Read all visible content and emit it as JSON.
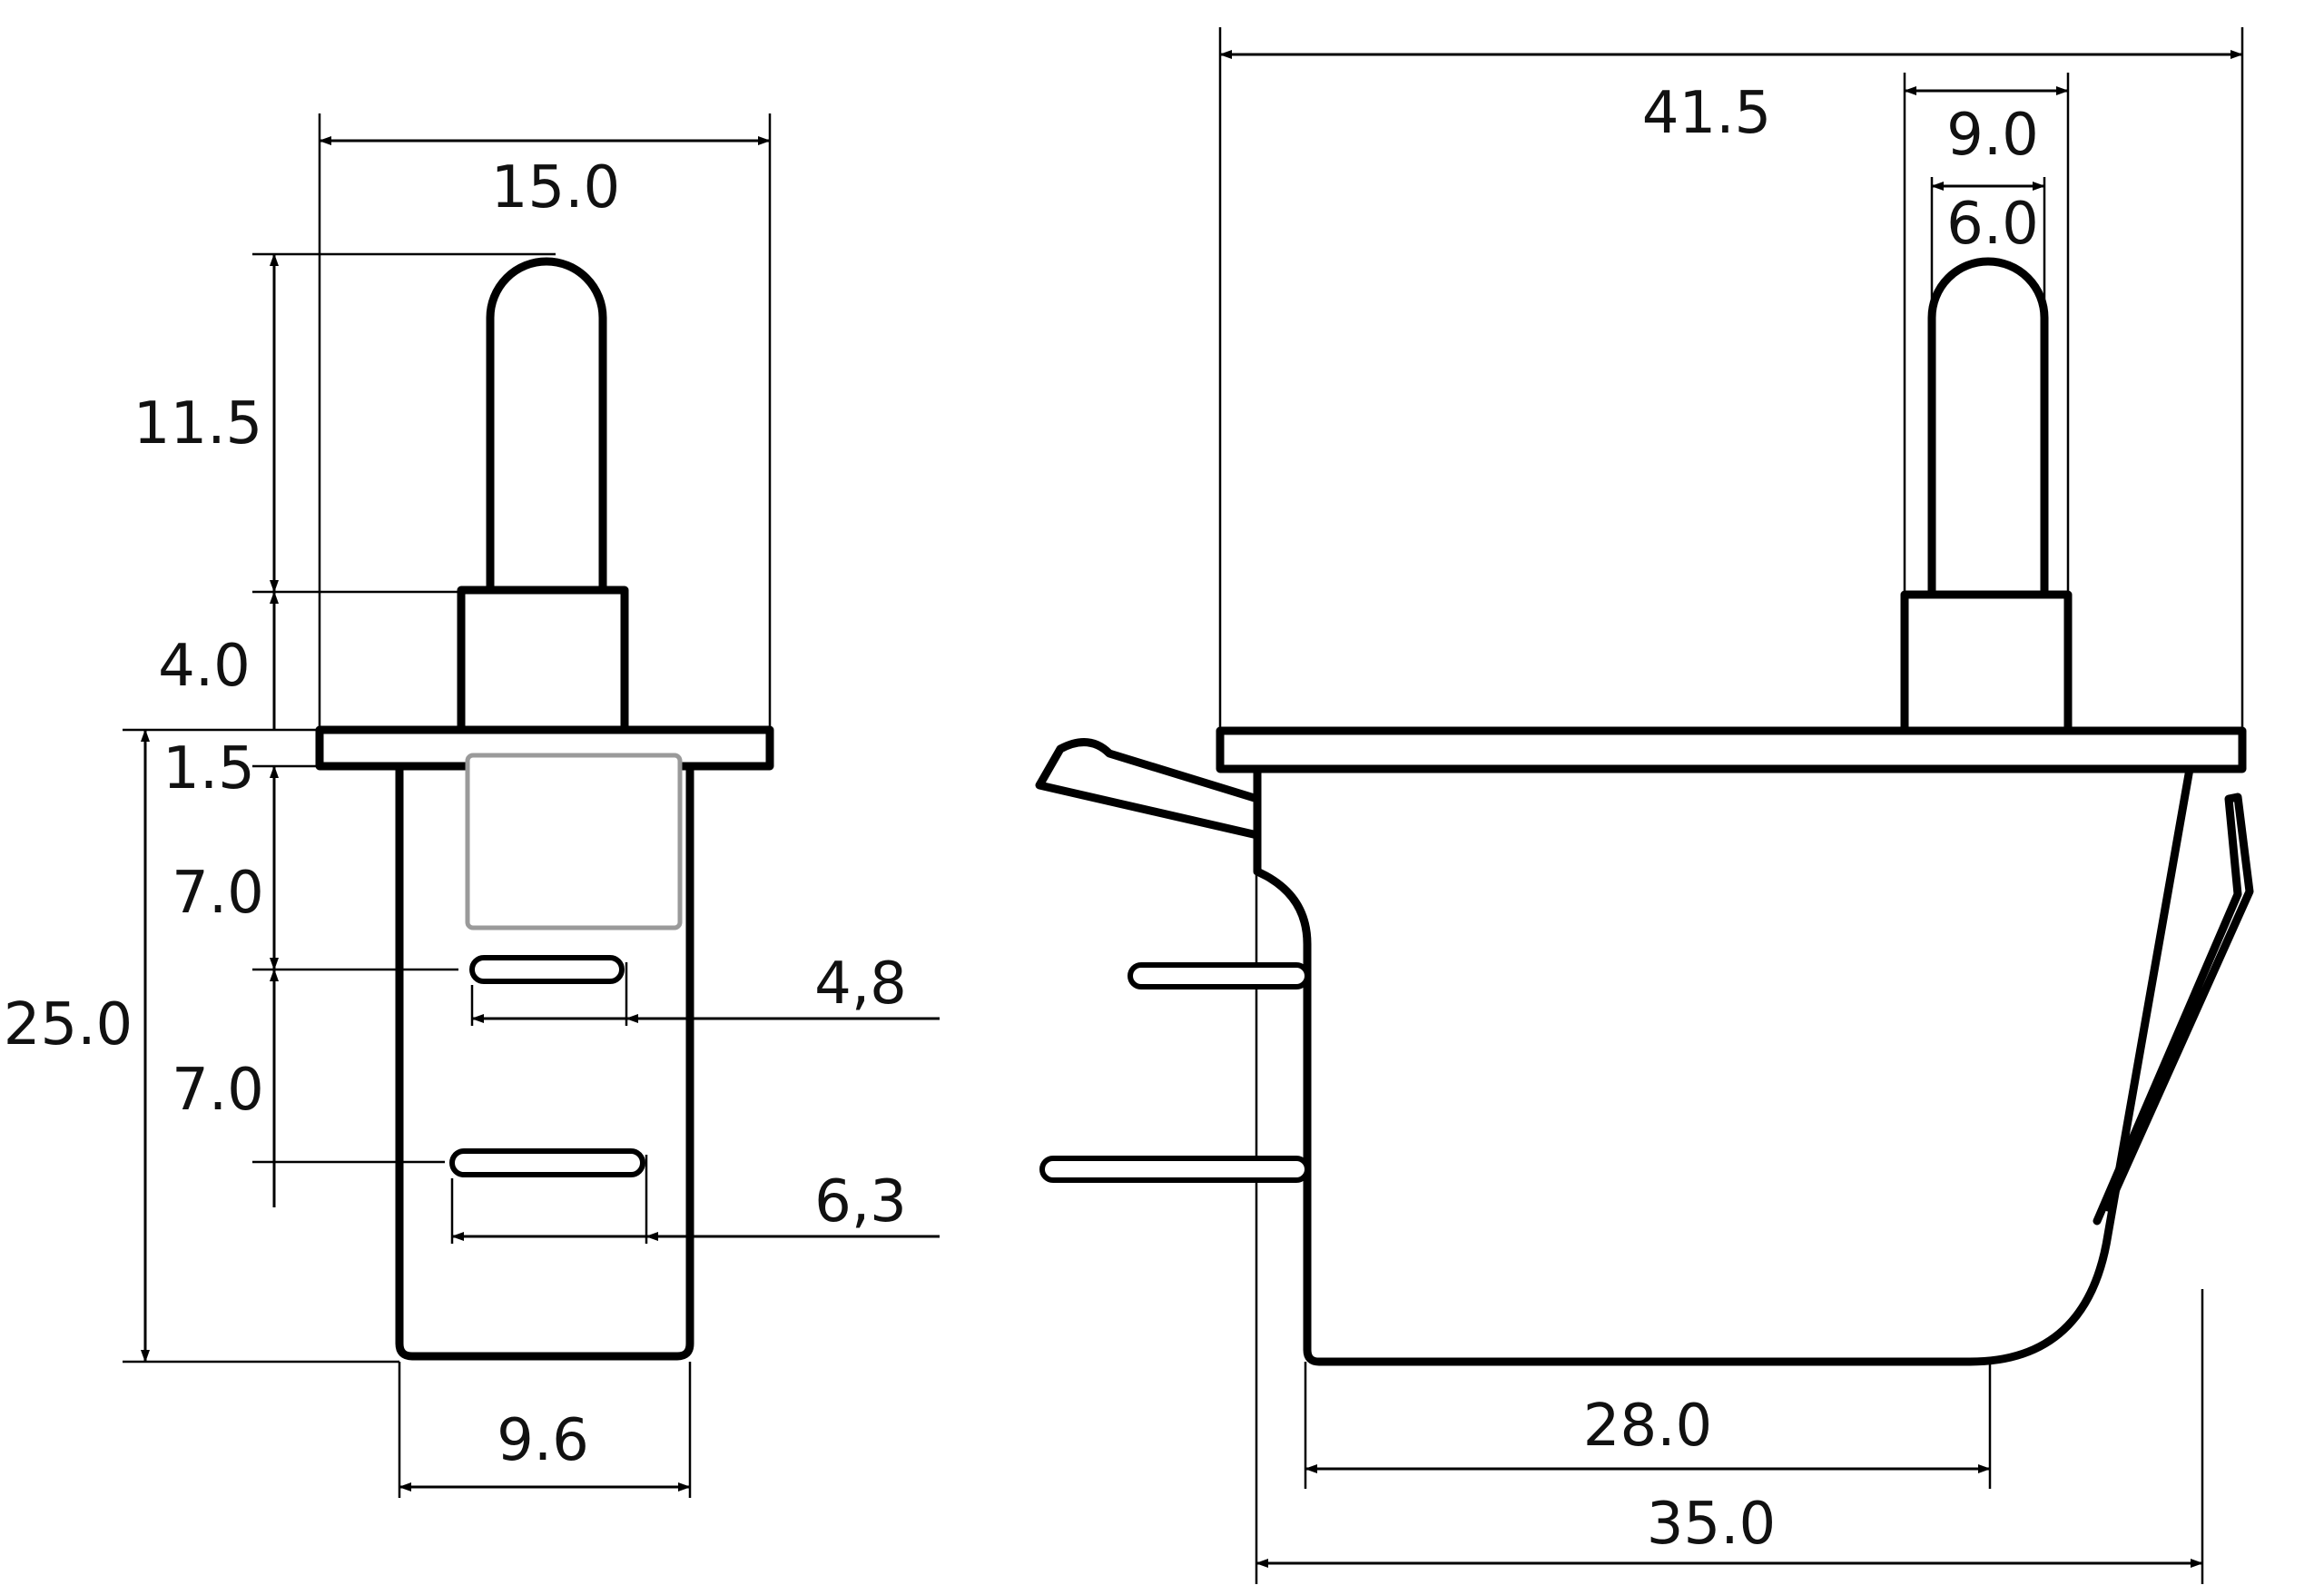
{
  "front_view": {
    "dims": {
      "width_total": "15.0",
      "plunger_height": "11.5",
      "collar_height": "4.0",
      "flange_thickness": "1.5",
      "slot_upper_offset": "7.0",
      "slot_pitch": "7.0",
      "body_height": "25.0",
      "upper_terminal_width": "4,8",
      "lower_terminal_width": "6,3",
      "body_width": "9.6"
    }
  },
  "side_view": {
    "dims": {
      "flange_length": "41.5",
      "collar_width": "9.0",
      "plunger_width": "6.0",
      "bottom_length": "28.0",
      "body_length": "35.0"
    }
  },
  "colors": {
    "line": "#000000",
    "background": "#ffffff"
  }
}
